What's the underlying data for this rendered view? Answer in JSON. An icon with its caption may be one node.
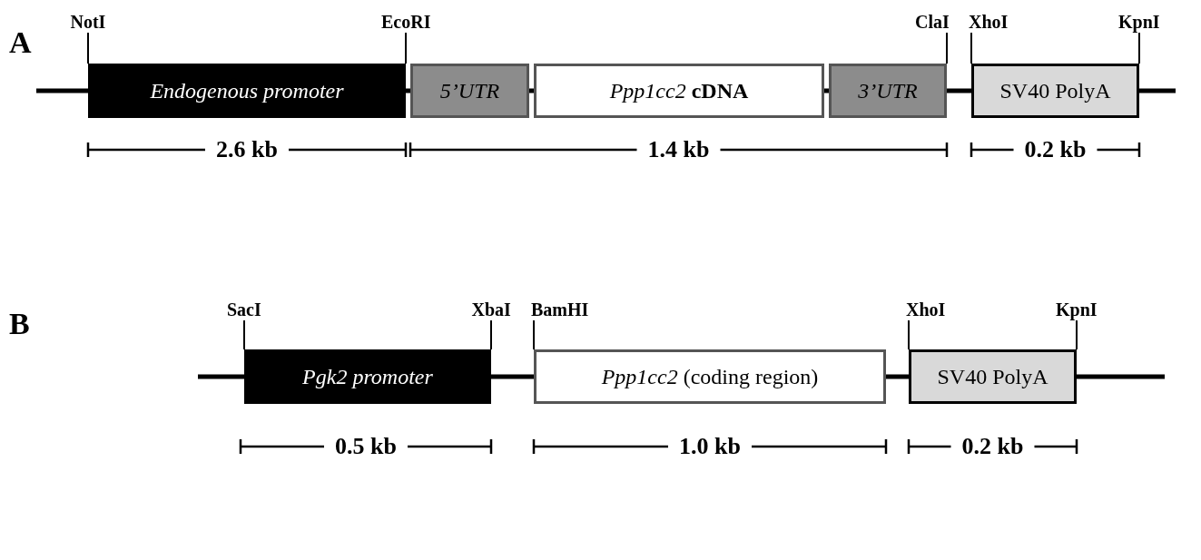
{
  "diagram": {
    "nodes": [
      {
        "text": [
          "Endogenous promoter"
        ]
      },
      {
        "text": [
          "5’UTR"
        ]
      },
      {
        "text": [
          "*Ppp1cc2* **cDNA**"
        ]
      },
      {
        "text": [
          "3’UTR"
        ]
      },
      {
        "text": [
          "SV40 PolyA"
        ]
      },
      {
        "text": [
          "Pgk2 promoter"
        ]
      },
      {
        "text": [
          "*Ppp1cc2* (coding region)"
        ]
      },
      {
        "text": [
          "SV40 PolyA"
        ]
      },
      {
        "text": [
          "NotI"
        ]
      },
      {
        "text": [
          "EcoRI"
        ]
      },
      {
        "text": [
          "ClaI"
        ]
      },
      {
        "text": [
          "XhoI"
        ]
      },
      {
        "text": [
          "KpnI"
        ]
      },
      {
        "text": [
          "SacI"
        ]
      },
      {
        "text": [
          "XbaI"
        ]
      },
      {
        "text": [
          "BamHI"
        ]
      },
      {
        "text": [
          "XhoI"
        ]
      },
      {
        "text": [
          "KpnI"
        ]
      }
    ],
    "edges": [
      {
        "from": 8,
        "to": 0,
        "arrow": "none"
      },
      {
        "from": 9,
        "to": 0,
        "arrow": "none"
      },
      {
        "from": 10,
        "to": 3,
        "arrow": "none"
      },
      {
        "from": 11,
        "to": 4,
        "arrow": "none"
      },
      {
        "from": 12,
        "to": 4,
        "arrow": "none"
      },
      {
        "from": 13,
        "to": 5,
        "arrow": "none"
      },
      {
        "from": 14,
        "to": 5,
        "arrow": "none"
      },
      {
        "from": 15,
        "to": 6,
        "arrow": "none"
      },
      {
        "from": 16,
        "to": 7,
        "arrow": "none"
      },
      {
        "from": 17,
        "to": 7,
        "arrow": "none"
      }
    ],
    "labels": [
      "A",
      "2.6 kb",
      "1.4 kb",
      "0.2 kb",
      "B",
      "0.5 kb",
      "1.0 kb",
      "0.2 kb"
    ]
  }
}
